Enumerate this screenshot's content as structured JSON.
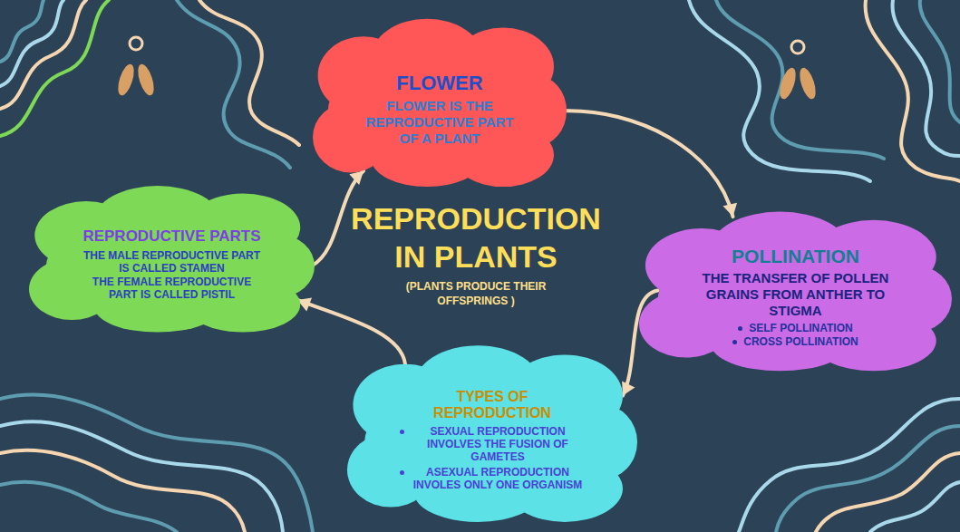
{
  "diagram": {
    "title": "REPRODUCTION IN PLANTS",
    "nodes": [
      {
        "text": [
          "FLOWER",
          "FLOWER IS THE REPRODUCTIVE PART OF A PLANT"
        ]
      },
      {
        "text": [
          "REPRODUCTIVE PARTS",
          "THE MALE REPRODUCTIVE PART IS CALLED STAMEN",
          "THE FEMALE REPRODUCTIVE PART IS CALLED PISTIL"
        ]
      },
      {
        "text": [
          "POLLINATION",
          "THE TRANSFER OF POLLEN GRAINS FROM ANTHER TO STIGMA",
          "SELF POLLINATION",
          "CROSS POLLINATION"
        ]
      },
      {
        "text": [
          "TYPES OF REPRODUCTION",
          "SEXUAL REPRODUCTION INVOLVES THE FUSION OF GAMETES",
          "ASEXUAL REPRODUCTION INVOLES ONLY ONE ORGANISM"
        ]
      }
    ],
    "edges": [
      {
        "from": 1,
        "to": 0,
        "arrow": "to"
      },
      {
        "from": 0,
        "to": 2,
        "arrow": "to"
      },
      {
        "from": 2,
        "to": 3,
        "arrow": "to"
      },
      {
        "from": 3,
        "to": 1,
        "arrow": "to"
      }
    ],
    "labels": [
      "(PLANTS PRODUCE THEIR OFFSPRINGS )"
    ]
  }
}
